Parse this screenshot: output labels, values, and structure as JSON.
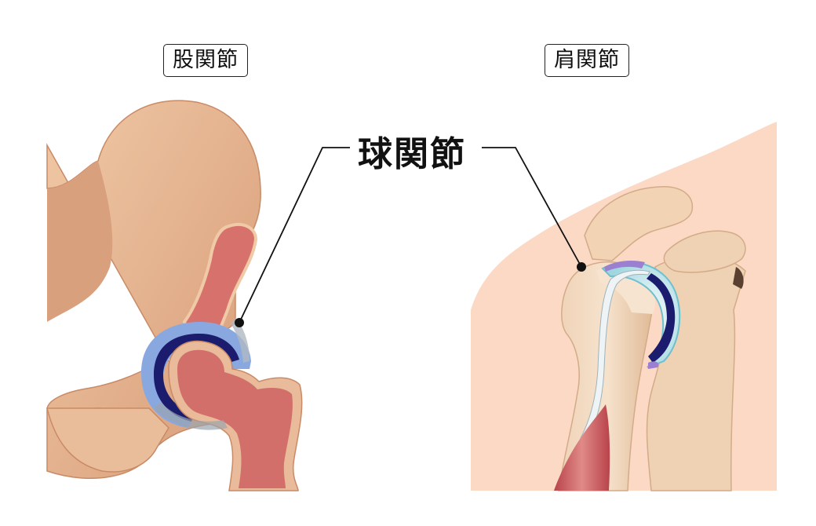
{
  "labels": {
    "hip": "股関節",
    "shoulder": "肩関節",
    "center": "球関節"
  },
  "colors": {
    "bone": "#e7b894",
    "bone_shadow": "#d49a78",
    "marrow": "#d7716c",
    "cartilage_blue": "#8aa8e0",
    "cartilage_dark": "#1c1c6e",
    "skin": "#fbd9c5",
    "muscle": "#c9545a",
    "socket_teal": "#bfe6ec"
  }
}
